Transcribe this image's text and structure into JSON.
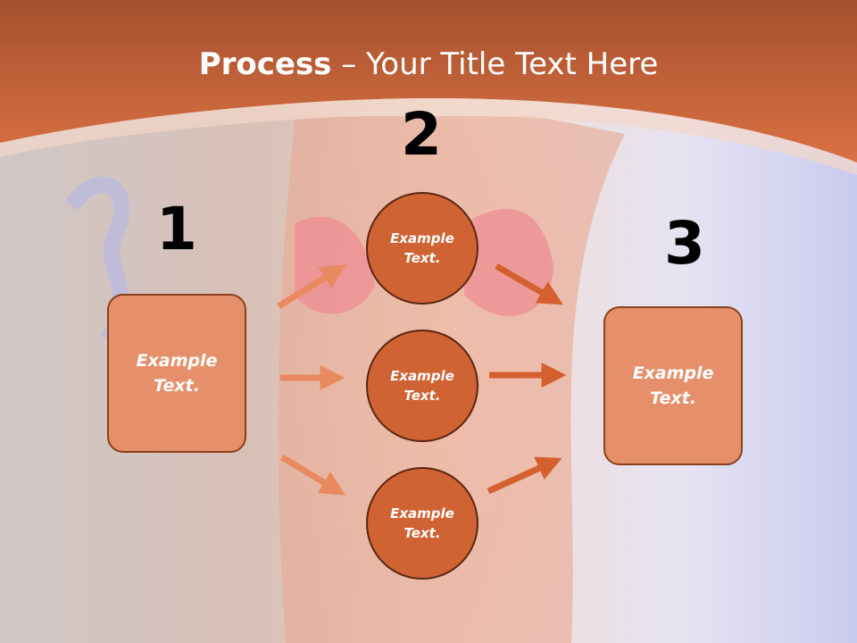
{
  "title": {
    "bold": "Process",
    "rest": " – Your Title Text Here"
  },
  "steps": [
    {
      "number": "1",
      "text": "Example\nText."
    },
    {
      "number": "2",
      "text": "Example\nText."
    },
    {
      "number": "3",
      "text": "Example\nText."
    }
  ],
  "circles": [
    {
      "text": "Example\nText."
    },
    {
      "text": "Example\nText."
    },
    {
      "text": "Example\nText."
    }
  ],
  "colors": {
    "banner": "#d3693a",
    "box": "#e5906a",
    "circle": "#cf6333",
    "arrow": "#e9895f",
    "arrow_dark": "#d3602e"
  }
}
